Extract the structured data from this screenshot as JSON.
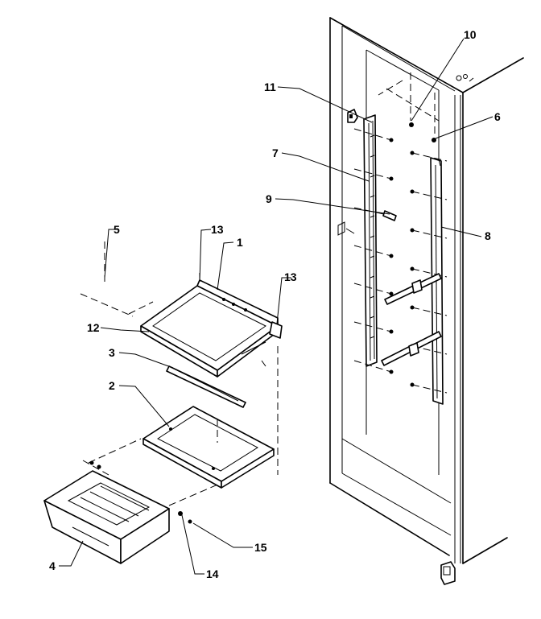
{
  "callouts": [
    {
      "id": "c1",
      "label": "1"
    },
    {
      "id": "c2",
      "label": "2"
    },
    {
      "id": "c3",
      "label": "3"
    },
    {
      "id": "c4",
      "label": "4"
    },
    {
      "id": "c5",
      "label": "5"
    },
    {
      "id": "c6",
      "label": "6"
    },
    {
      "id": "c7",
      "label": "7"
    },
    {
      "id": "c8",
      "label": "8"
    },
    {
      "id": "c9",
      "label": "9"
    },
    {
      "id": "c10",
      "label": "10"
    },
    {
      "id": "c11",
      "label": "11"
    },
    {
      "id": "c12",
      "label": "12"
    },
    {
      "id": "c13a",
      "label": "13"
    },
    {
      "id": "c13b",
      "label": "13"
    },
    {
      "id": "c14",
      "label": "14"
    },
    {
      "id": "c15",
      "label": "15"
    }
  ]
}
